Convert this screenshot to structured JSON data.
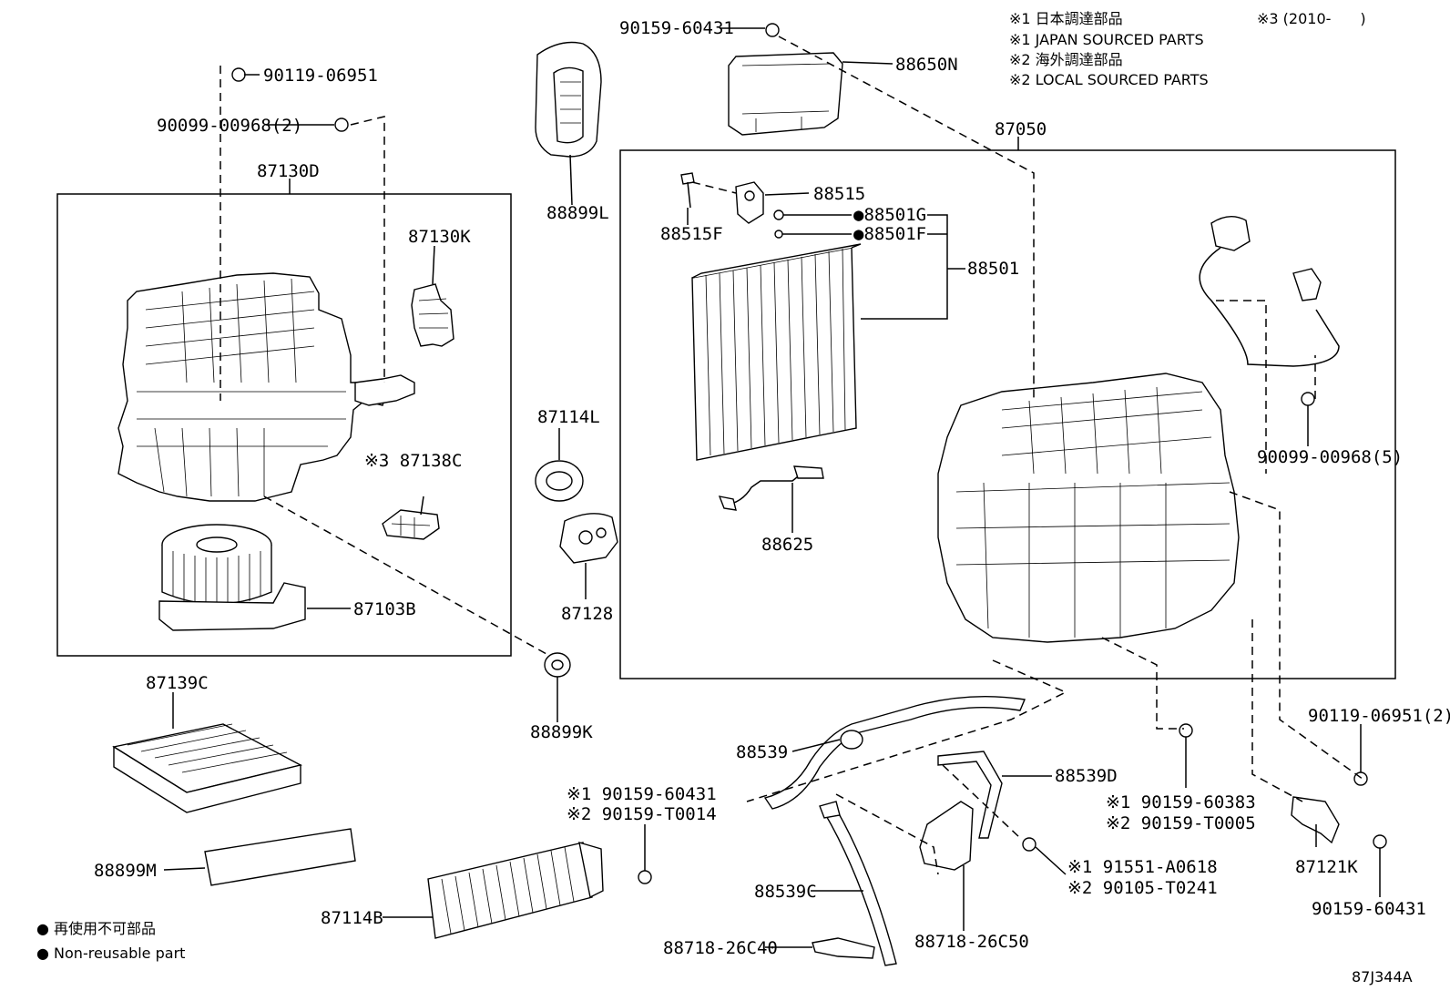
{
  "notes": {
    "n1_jp": "※1 日本調達部品",
    "n1_en": "※1 JAPAN SOURCED PARTS",
    "n2_jp": "※2 海外調達部品",
    "n2_en": "※2 LOCAL SOURCED PARTS",
    "n3": "※3 (2010-　　)"
  },
  "legend": {
    "jp": "● 再使用不可部品",
    "en": "● Non-reusable part"
  },
  "diagram_code": "87J344A",
  "parts": {
    "p90159_60431_top": "90159-60431",
    "p88650N": "88650N",
    "p90119_06951": "90119-06951",
    "p90099_00968_2": "90099-00968(2)",
    "p87130D": "87130D",
    "p87130K": "87130K",
    "p88899L": "88899L",
    "p87050": "87050",
    "p88515": "88515",
    "p88515F": "88515F",
    "p88501G": "●88501G",
    "p88501F": "●88501F",
    "p88501": "88501",
    "p87138C": "※3 87138C",
    "p87114L": "87114L",
    "p87103B": "87103B",
    "p88625": "88625",
    "p87128": "87128",
    "p90099_00968_5": "90099-00968(5)",
    "p87139C": "87139C",
    "p88899K": "88899K",
    "p90119_06951_2": "90119-06951(2)",
    "p88539": "88539",
    "p88539D": "88539D",
    "p90159_60383": "※1 90159-60383",
    "p90159_T0005": "※2 90159-T0005",
    "p90159_60431_mid": "※1 90159-60431",
    "p90159_T0014": "※2 90159-T0014",
    "p88899M": "88899M",
    "p91551_A0618": "※1 91551-A0618",
    "p90105_T0241": "※2 90105-T0241",
    "p87121K": "87121K",
    "p88539C": "88539C",
    "p87114B": "87114B",
    "p88718_26C40": "88718-26C40",
    "p88718_26C50": "88718-26C50",
    "p90159_60431_br": "90159-60431"
  }
}
